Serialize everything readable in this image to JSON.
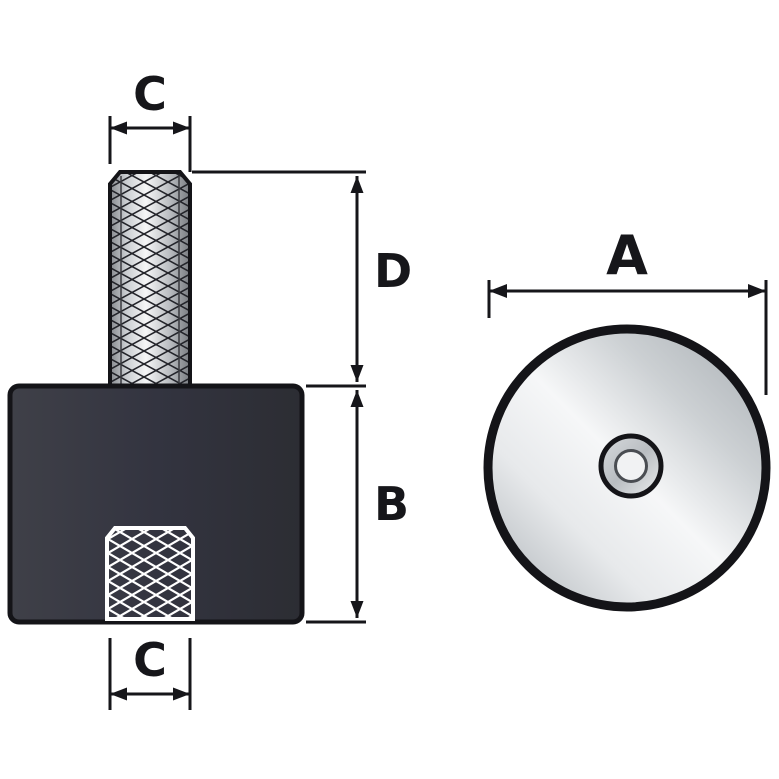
{
  "diagram": {
    "labels": {
      "dim_c_top": "C",
      "dim_d": "D",
      "dim_b": "B",
      "dim_c_bottom": "C",
      "dim_a": "A"
    },
    "colors": {
      "background": "#ffffff",
      "outline": "#141418",
      "dimension": "#16161a",
      "body_dark": "#3f4048",
      "body_mid": "#333440",
      "body_deep": "#2c2d33",
      "metal_light": "#f5f6f7",
      "metal_mid": "#c9ccd0",
      "metal_dark": "#85888d",
      "face_light": "#f6f7f8",
      "face_mid": "#ccd0d3",
      "face_dark": "#aab0b5",
      "hole_fill": "#f1f2f3",
      "thread_hatch": "#23242a",
      "thread_hatch_white": "#ffffff"
    }
  }
}
